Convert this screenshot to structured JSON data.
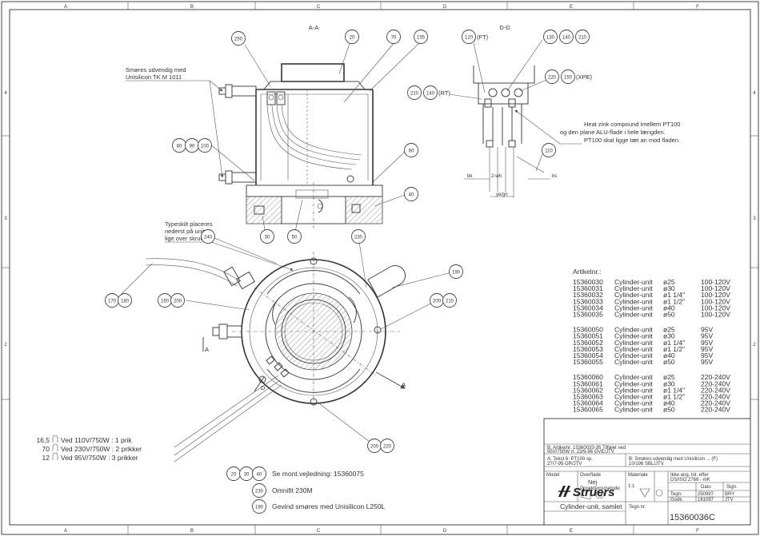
{
  "frame": {
    "cols": [
      "A",
      "B",
      "C",
      "D",
      "E",
      "F"
    ],
    "rows": [
      "4",
      "3",
      "2"
    ]
  },
  "views": {
    "section_aa": "A-A",
    "section_dd": "D-D",
    "arrow_label": "A",
    "cut_label": "D"
  },
  "balloons": {
    "b250": "250",
    "b20": "20",
    "b70": "70",
    "b155": "155",
    "b120": "120",
    "b130": "130",
    "b140a": "140",
    "b210a": "210",
    "b220a": "220",
    "b150": "150",
    "b210b": "210",
    "b140b": "140",
    "b80": "80",
    "b90": "90",
    "b100": "100",
    "b60": "60",
    "b40": "40",
    "b110": "110",
    "b30": "30",
    "b50": "50",
    "b240": "240",
    "b230": "230",
    "b190": "190",
    "b170": "170",
    "b180": "180",
    "b160": "160",
    "b200": "200",
    "b200b": "200",
    "b210c": "210",
    "b200c": "200",
    "b220c": "220"
  },
  "annotations": {
    "suffix_ft": "(FT)",
    "suffix_rt": "(RT)",
    "suffix_xpe": "(XPE)",
    "smores_1": "Smøres udvendig med",
    "smores_2": "Unisilicon TK M 1011",
    "heat_1": "Heat zink compound imellem PT100",
    "heat_2": "og den plane ALU-flade i hele længden.",
    "heat_3": "PT100 skal ligge tæt an mod fladen.",
    "wire_bk": "bk",
    "wire_wh": "2-wh",
    "wire_bs": "bs",
    "wire_ye": "ye/gn",
    "typeskilt_1": "Typeskilt placeres",
    "typeskilt_2": "nederst på unit,",
    "typeskilt_3": "lige over skrue."
  },
  "power_notes": [
    {
      "val": "16,5",
      "text": "Ved 110V/750W : 1 prik"
    },
    {
      "val": "70",
      "text": "Ved 230V/750W : 2 prikker"
    },
    {
      "val": "12",
      "text": "Ved 95V/750W : 3 prikker"
    }
  ],
  "legend": {
    "row1": {
      "b1": "20",
      "b2": "30",
      "b3": "40",
      "text": "Se mont.vejledning: 15360075"
    },
    "row2": {
      "b": "230",
      "text": "Omnifit 230M"
    },
    "row3": {
      "b": "190",
      "text": "Gevind smøres med Unisilicon L250L"
    }
  },
  "articles": {
    "header": "Artikelnr.:",
    "groups": [
      [
        {
          "nr": "15360030",
          "name": "Cylinder-unit",
          "size": "ø25",
          "volt": "100-120V"
        },
        {
          "nr": "15360031",
          "name": "Cylinder-unit",
          "size": "ø30",
          "volt": "100-120V"
        },
        {
          "nr": "15360032",
          "name": "Cylinder-unit",
          "size": "ø1 1/4\"",
          "volt": "100-120V"
        },
        {
          "nr": "15360033",
          "name": "Cylinder-unit",
          "size": "ø1 1/2\"",
          "volt": "100-120V"
        },
        {
          "nr": "15360034",
          "name": "Cylinder-unit",
          "size": "ø40",
          "volt": "100-120V"
        },
        {
          "nr": "15360035",
          "name": "Cylinder-unit",
          "size": "ø50",
          "volt": "100-120V"
        }
      ],
      [
        {
          "nr": "15360050",
          "name": "Cylinder-unit",
          "size": "ø25",
          "volt": "95V"
        },
        {
          "nr": "15360051",
          "name": "Cylinder-unit",
          "size": "ø30",
          "volt": "95V"
        },
        {
          "nr": "15360052",
          "name": "Cylinder-unit",
          "size": "ø1 1/4\"",
          "volt": "95V"
        },
        {
          "nr": "15360053",
          "name": "Cylinder-unit",
          "size": "ø1 1/2\"",
          "volt": "95V"
        },
        {
          "nr": "15360054",
          "name": "Cylinder-unit",
          "size": "ø40",
          "volt": "95V"
        },
        {
          "nr": "15360055",
          "name": "Cylinder-unit",
          "size": "ø50",
          "volt": "95V"
        }
      ],
      [
        {
          "nr": "15360060",
          "name": "Cylinder-unit",
          "size": "ø25",
          "volt": "220-240V"
        },
        {
          "nr": "15360061",
          "name": "Cylinder-unit",
          "size": "ø30",
          "volt": "220-240V"
        },
        {
          "nr": "15360062",
          "name": "Cylinder-unit",
          "size": "ø1 1/4\"",
          "volt": "220-240V"
        },
        {
          "nr": "15360063",
          "name": "Cylinder-unit",
          "size": "ø1 1/2\"",
          "volt": "220-240V"
        },
        {
          "nr": "15360064",
          "name": "Cylinder-unit",
          "size": "ø40",
          "volt": "220-240V"
        },
        {
          "nr": "15360065",
          "name": "Cylinder-unit",
          "size": "ø50",
          "volt": "220-240V"
        }
      ]
    ]
  },
  "revisions": [
    "B: Artikelnr. 15360033-35 Tilføjet ved",
    "95V/750W rt. 23/9-96 GVE/JTV",
    "A: Tekst 6: PT100 sp.",
    "27/7-95 GR/JTV",
    "B: Smøres udvendig med Unisilicon ... (F)",
    "10/196 SBL/JTV"
  ],
  "title_block": {
    "model_label": "Model",
    "overflade_label": "Overflade",
    "overflade_val": "Nej",
    "materiale_label": "Materiale",
    "projection_label": "Projektionsmetode",
    "skala_label": "1:1",
    "grid_h1": "Ikke ang. tol. efter",
    "grid_h2": "DS/ISO 2768 - mK",
    "dato_label": "Dato",
    "sign_label": "Sign.",
    "tegn_label": "Tegn.",
    "tegn_dato": "250997",
    "tegn_sign": "BRY",
    "godk_label": "Godk.",
    "godk_dato": "161097",
    "godk_sign": "JTV",
    "tegn_nr_label": "Tegn.nr.",
    "company": "Struers",
    "title": "Cylinder-unit, samlet",
    "doc_number": "15360036C"
  }
}
